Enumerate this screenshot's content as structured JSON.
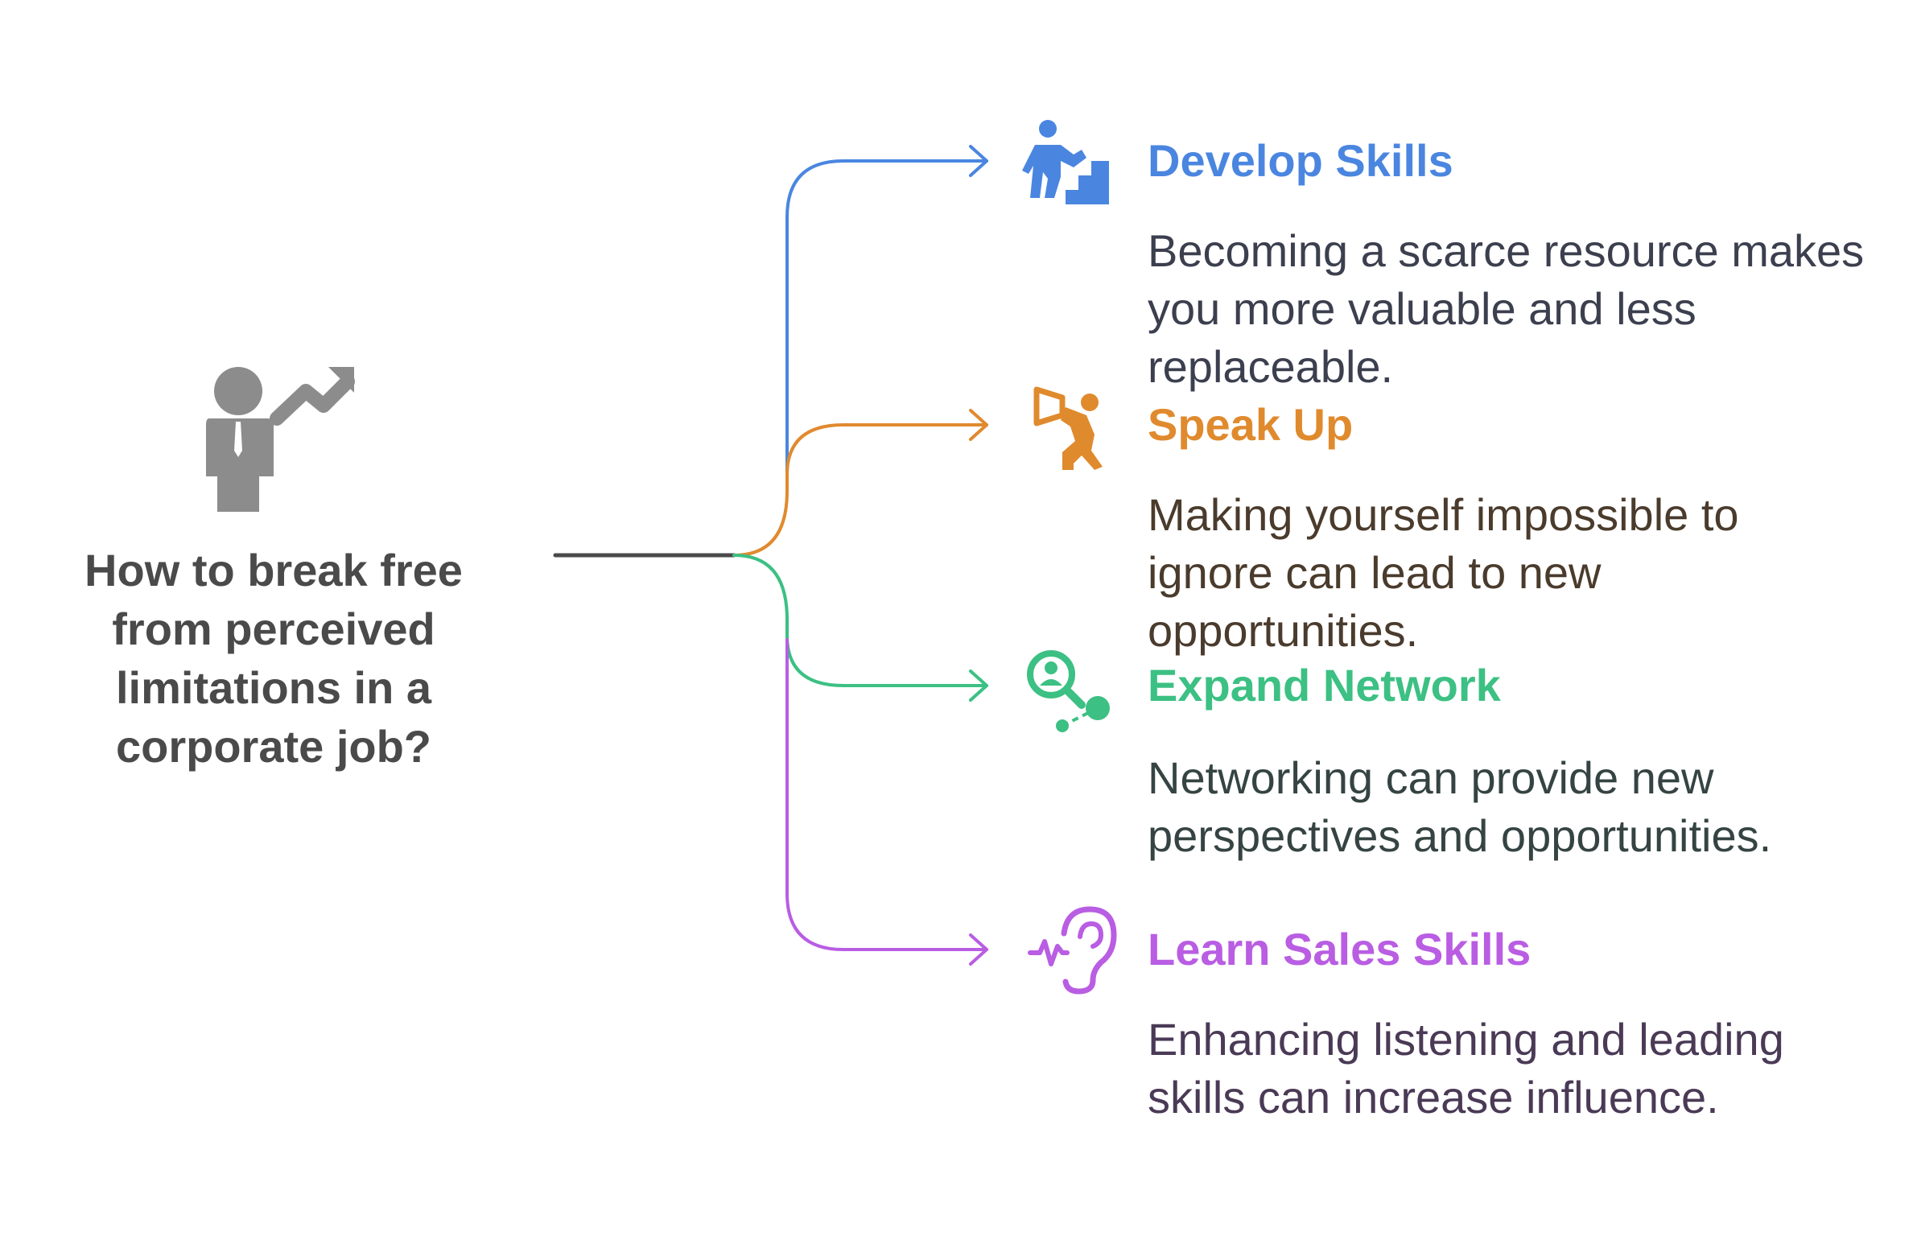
{
  "root": {
    "question": "How to break free from perceived limitations in a corporate job?",
    "icon": "businessman-growth-icon",
    "color": "#4a4a4a"
  },
  "branches": [
    {
      "title": "Develop Skills",
      "description": "Becoming a scarce resource makes you more valuable and less replaceable.",
      "icon": "climbing-stairs-icon",
      "color": "#4a86e0",
      "text_color": "#3b3f4e"
    },
    {
      "title": "Speak Up",
      "description": "Making yourself impossible to ignore can lead to new opportunities.",
      "icon": "megaphone-person-icon",
      "color": "#e08a2e",
      "text_color": "#4a3b2c"
    },
    {
      "title": "Expand Network",
      "description": "Networking can provide new perspectives and opportunities.",
      "icon": "network-person-icon",
      "color": "#3cc083",
      "text_color": "#354443"
    },
    {
      "title": "Learn Sales Skills",
      "description": "Enhancing listening and leading skills can increase influence.",
      "icon": "listening-ear-icon",
      "color": "#b95de3",
      "text_color": "#4a3a56"
    }
  ]
}
